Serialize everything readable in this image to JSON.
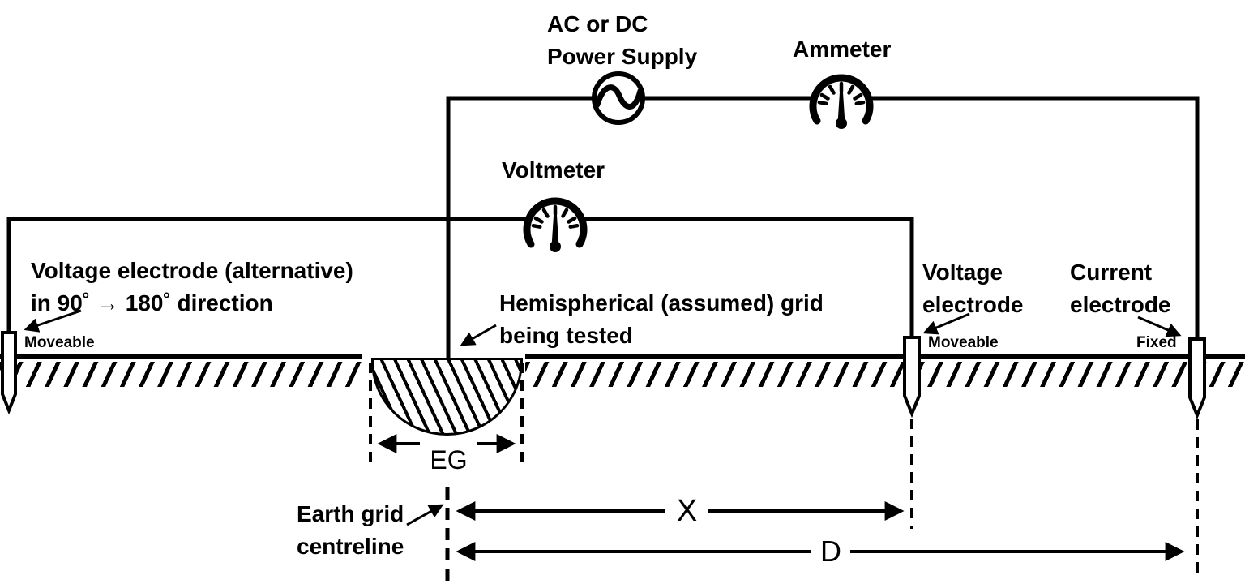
{
  "colors": {
    "ink": "#000000",
    "paper": "#ffffff"
  },
  "instruments": {
    "power_supply": "AC or DC\nPower Supply",
    "ammeter": "Ammeter",
    "voltmeter": "Voltmeter"
  },
  "electrodes": {
    "alternative": {
      "label": "Voltage electrode (alternative)\nin 90˚ → 180˚ direction",
      "tag": "Moveable"
    },
    "voltage": {
      "label": "Voltage\nelectrode",
      "tag": "Moveable"
    },
    "current": {
      "label": "Current\nelectrode",
      "tag": "Fixed"
    }
  },
  "grid": {
    "label": "Hemispherical (assumed) grid\nbeing tested",
    "centreline": "Earth grid\ncentreline"
  },
  "dimensions": {
    "grid_width": "EG",
    "voltage_distance": "X",
    "current_distance": "D"
  }
}
